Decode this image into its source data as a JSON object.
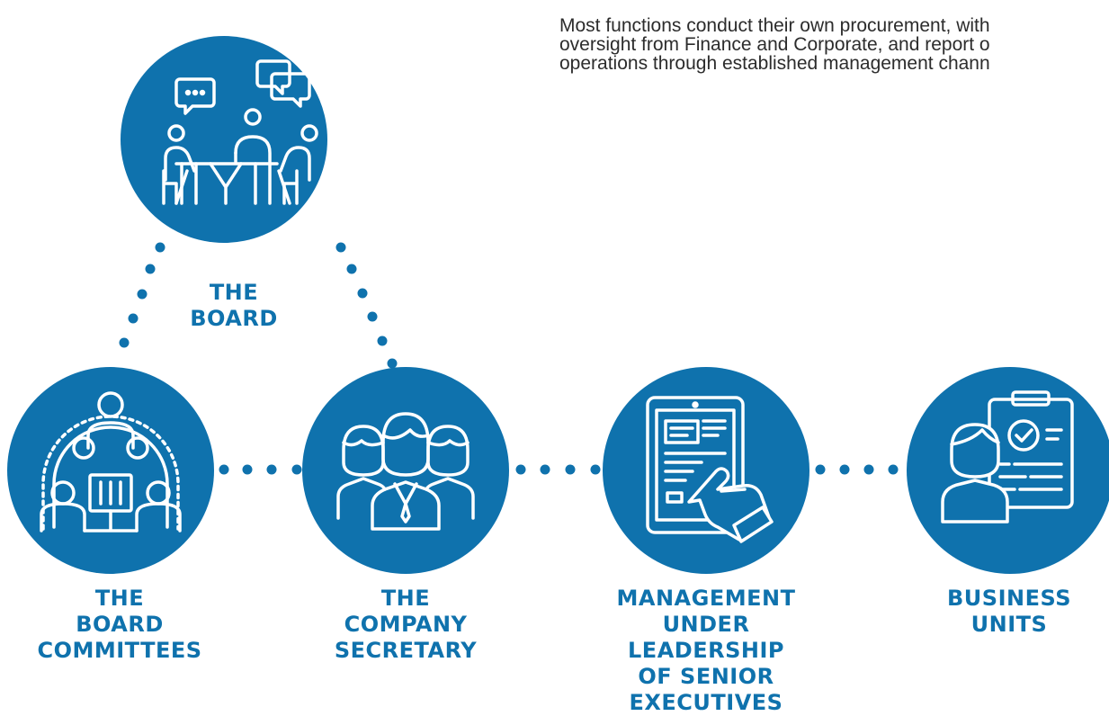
{
  "intro_lines": [
    "Most functions conduct their own procurement, with",
    "oversight from Finance and Corporate, and report o",
    "operations through established management chann"
  ],
  "nodes": {
    "board": {
      "label_lines": [
        "THE",
        "BOARD"
      ],
      "icon": "meeting-table-icon"
    },
    "committees": {
      "label_lines": [
        "THE",
        "BOARD",
        "COMMITTEES"
      ],
      "icon": "committee-group-icon"
    },
    "secretary": {
      "label_lines": [
        "THE",
        "COMPANY",
        "SECRETARY"
      ],
      "icon": "team-of-three-icon"
    },
    "management": {
      "label_lines": [
        "MANAGEMENT",
        "UNDER",
        "LEADERSHIP",
        "OF SENIOR",
        "EXECUTIVES"
      ],
      "icon": "tablet-touch-icon"
    },
    "business": {
      "label_lines": [
        "BUSINESS",
        "UNITS"
      ],
      "icon": "person-checklist-icon"
    }
  },
  "colors": {
    "accent": "#0f72ad",
    "text": "#2c2c2c",
    "background": "#ffffff"
  }
}
